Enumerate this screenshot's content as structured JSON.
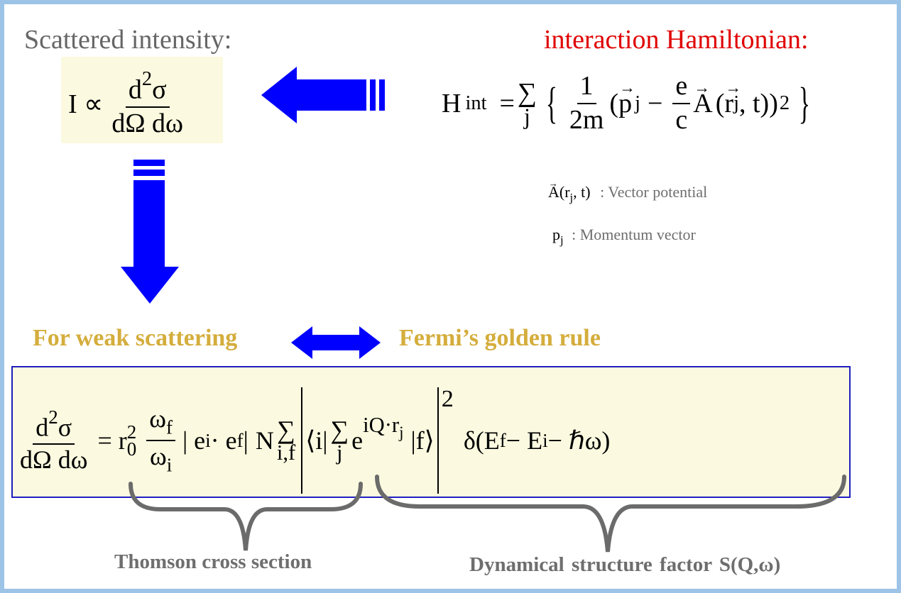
{
  "heading_left": "Scattered intensity:",
  "heading_right": "interaction Hamiltonian:",
  "intensity_formula": {
    "lhs": "I ∝",
    "num": "d",
    "num_exp": "2",
    "num_tail": "σ",
    "den": "dΩ dω"
  },
  "hamiltonian": {
    "H": "H",
    "H_sub": "int",
    "eq": "=",
    "sum_sym": "∑",
    "sum_idx": "j",
    "lbrace": "{",
    "frac1_num": "1",
    "frac1_den": "2m",
    "open": "(",
    "p": "p",
    "p_sub": "j",
    "minus": "−",
    "frac2_num": "e",
    "frac2_den": "c",
    "A": "A",
    "A_args_open": "(",
    "r": "r",
    "r_sub": "j",
    "A_args_tail": ", t))",
    "exp": "2",
    "rbrace": "}"
  },
  "definitions": [
    {
      "symbol_main": "A(r",
      "symbol_sub": "j",
      "symbol_tail": ", t)",
      "text": ": Vector potential"
    },
    {
      "symbol_main": "p",
      "symbol_sub": "j",
      "symbol_tail": "",
      "text": ": Momentum  vector"
    }
  ],
  "label_weak": "For weak scattering",
  "label_fermi": "Fermi’s golden rule",
  "main_formula": {
    "lhs_num": "d",
    "lhs_num_exp": "2",
    "lhs_num_tail": "σ",
    "lhs_den": "dΩ dω",
    "eq": "= r",
    "r_sup": "2",
    "r_sub": "0",
    "omega_num": "ω",
    "omega_num_sub": "f",
    "omega_den": "ω",
    "omega_den_sub": "i",
    "pol_open": "| e",
    "pol_sub_i": "i",
    "pol_dot": " · e",
    "pol_sub_f": "f",
    "pol_close": " |",
    "N": "N",
    "sum_sym": "∑",
    "sum_idx": "i,f",
    "bra": "⟨i|",
    "inner_sum_sym": "∑",
    "inner_sum_idx": "j",
    "e": "e",
    "exp_text": "iQ·r",
    "exp_sub": "j",
    "ket": "|f⟩",
    "abs_exp": "2",
    "delta": "δ(E",
    "delta_sub_f": "f",
    "delta_mid": " − E",
    "delta_sub_i": "i",
    "delta_tail": " − ℏω)"
  },
  "label_thomson": "Thomson cross section",
  "label_dsf": "Dynamical structure factor  S(Q,ω)",
  "colors": {
    "arrow_blue": "#0000ff",
    "gold": "#d4ad3c",
    "red": "#e00000",
    "gray": "#6e6e6e",
    "highlight": "#fbfae0",
    "box_border": "#1f1fbf",
    "brace": "#6b6b6b",
    "frame": "#9dc3e6"
  }
}
